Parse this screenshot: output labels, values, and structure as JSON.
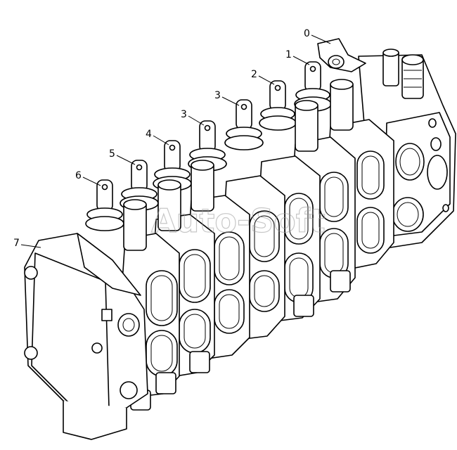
{
  "callouts": [
    {
      "id": "c0",
      "label": "0"
    },
    {
      "id": "c1",
      "label": "1"
    },
    {
      "id": "c2",
      "label": "2"
    },
    {
      "id": "c3a",
      "label": "3"
    },
    {
      "id": "c3b",
      "label": "3"
    },
    {
      "id": "c4",
      "label": "4"
    },
    {
      "id": "c5",
      "label": "5"
    },
    {
      "id": "c6",
      "label": "6"
    },
    {
      "id": "c7",
      "label": "7"
    }
  ],
  "watermark": "Auto-Soft"
}
